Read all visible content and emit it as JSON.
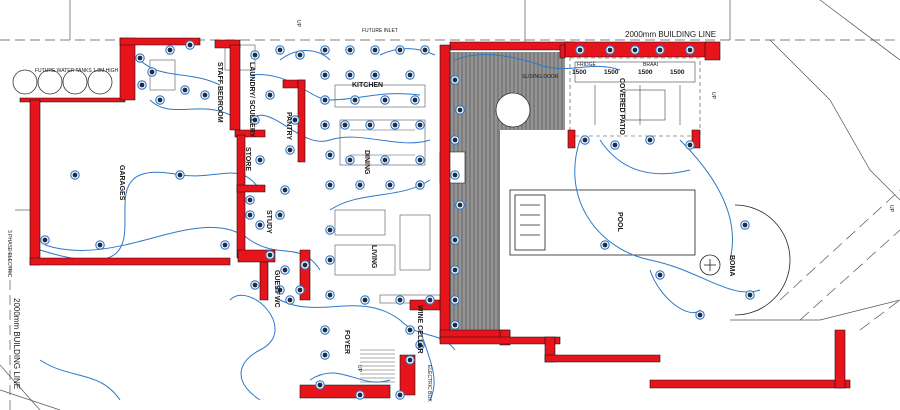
{
  "drawing": {
    "rooms": {
      "staff_bedroom": "STAFF BEDROOM",
      "laundry": "LAUNDRY/ SCULLERY",
      "kitchen": "KITCHEN",
      "pantry": "PANTRY",
      "store": "STORE",
      "dining": "DINING",
      "garages": "GARAGES",
      "study": "STUDY",
      "living": "LIVING",
      "guest_wc": "GUEST WC",
      "wine_cellar": "WINE CELLAR",
      "foyer": "FOYER",
      "covered_patio": "COVERED PATIO",
      "pool": "POOL",
      "boma": "BOMA"
    },
    "annotations": {
      "building_line_top": "2000mm BUILDING LINE",
      "building_line_left": "2000mm BUILDING LINE",
      "water_tanks": "FUTURE WATER TANKS 1.8M HIGH",
      "future_inlet": "FUTURE INLET",
      "up_label": "UP",
      "fridge_label": "FRIDGE",
      "braai_label": "BRAAI",
      "sliding_label": "SLIDING DOOR",
      "electric_label": "ELECTRIC BOX",
      "dim_1500": "1500",
      "misc_label": "3 PHASE ELECTRIC"
    },
    "colors": {
      "wall": "#e8141b",
      "wire": "#2f78c8",
      "line": "#333333",
      "deck": "#7d7d7d"
    }
  }
}
